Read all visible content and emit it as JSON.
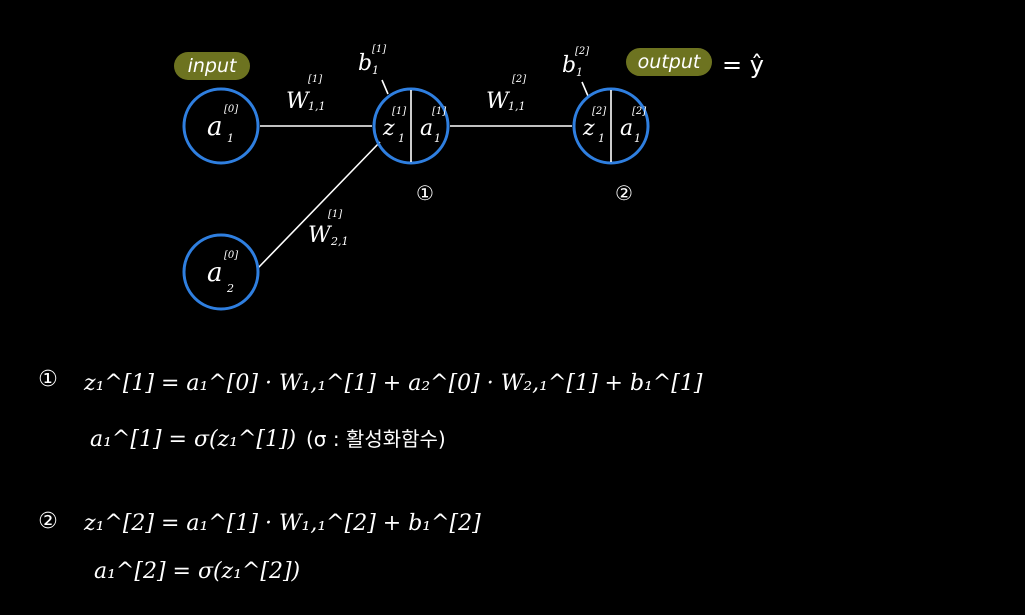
{
  "tags": {
    "input": "input",
    "output": "output",
    "output_eq": "= ŷ"
  },
  "nodes": {
    "a1_0": "a",
    "a2_0": "a",
    "n1_z": "z",
    "n1_a": "a",
    "n2_z": "z",
    "n2_a": "a"
  },
  "labels": {
    "sup0": "[0]",
    "sup1": "[1]",
    "sup2": "[2]",
    "sub1": "1",
    "sub2": "2",
    "sub11": "1,1",
    "sub21": "2,1",
    "w": "W",
    "b": "b",
    "node1_num": "①",
    "node2_num": "②"
  },
  "equations": {
    "eq1_num": "①",
    "eq1_line1": "z₁^[1] = a₁^[0] · W₁,₁^[1] + a₂^[0] · W₂,₁^[1] + b₁^[1]",
    "eq1_line2": "a₁^[1] = σ(z₁^[1])",
    "eq1_note": "(σ : 활성화함수)",
    "eq2_num": "②",
    "eq2_line1": "z₁^[2] = a₁^[1] · W₁,₁^[2] + b₁^[2]",
    "eq2_line2": "a₁^[2] = σ(z₁^[2])"
  },
  "colors": {
    "background": "#000000",
    "node_stroke": "#2f7fe0",
    "tag_fill": "#6d7320",
    "ink": "#ffffff"
  }
}
